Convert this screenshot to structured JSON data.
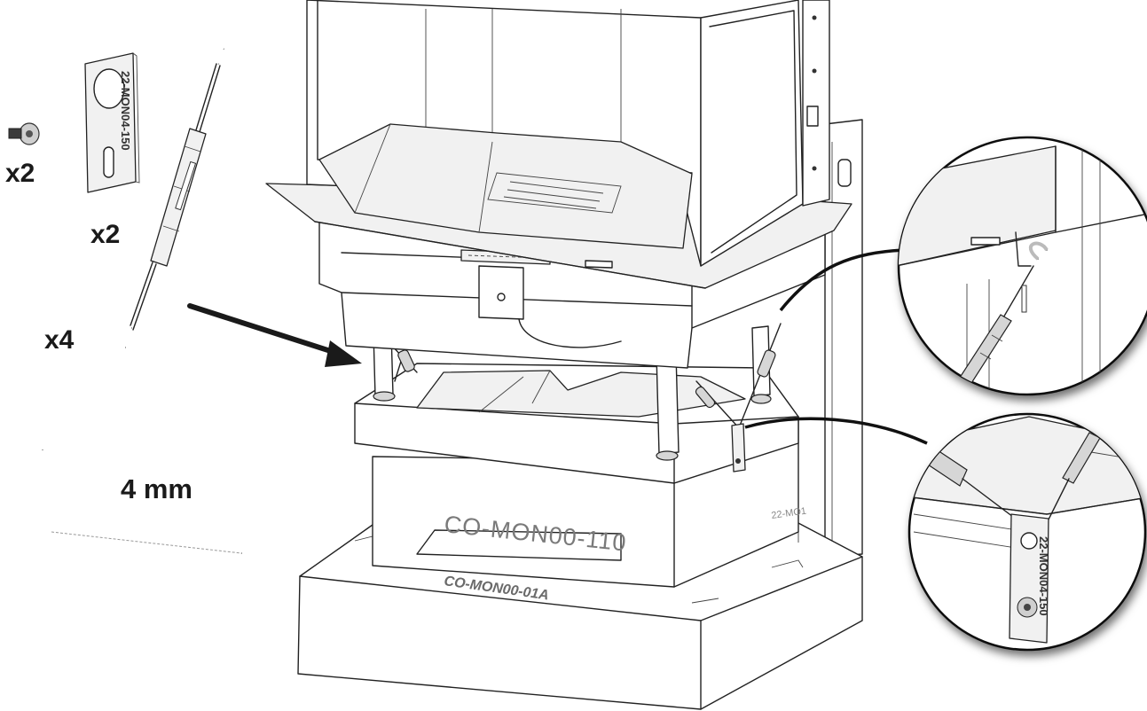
{
  "parts": {
    "screw_qty": "x2",
    "plate_qty": "x2",
    "plate_label": "22-MON04-150",
    "turnbuckle_qty": "x4",
    "hex_key_size": "4 mm"
  },
  "assembly": {
    "base_label": "CO-MON00-110",
    "plinth_label": "CO-MON00-01A",
    "side_tag": "22-MO1",
    "detail_plate_label": "22-MON04-150"
  },
  "colors": {
    "line": "#222222",
    "fill": "#ffffff",
    "shade": "#d6d6d6",
    "arrow": "#1a1a1a",
    "detail_shadow": "#000000"
  },
  "icons": [
    "screw-icon",
    "bracket-plate-icon",
    "turnbuckle-icon",
    "hex-key-icon",
    "pointer-arrow-icon"
  ]
}
